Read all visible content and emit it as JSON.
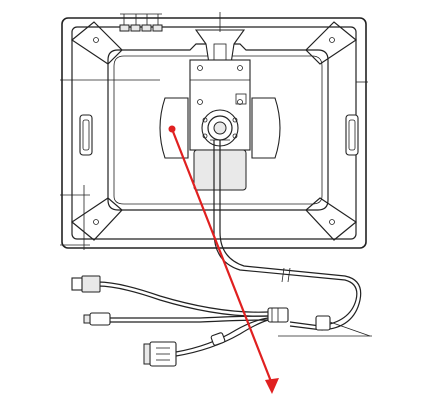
{
  "figure": {
    "subject": "",
    "colors": {
      "line": "#222222",
      "pointer": "#e02020",
      "background": "#ffffff"
    }
  },
  "parts": {
    "tablet": {
      "icon": "tablet-rear-outline"
    },
    "stand_mount": {
      "icon": "stand-mount-plate"
    },
    "cable_bundle": {
      "icon": "cable-bundle"
    },
    "usb_type_a": {
      "icon": "usb-type-a-plug"
    },
    "usb_mini": {
      "icon": "usb-plug"
    },
    "vga_connector": {
      "icon": "dsub-vga-connector"
    },
    "pointer": {
      "icon": "red-arrow"
    }
  }
}
